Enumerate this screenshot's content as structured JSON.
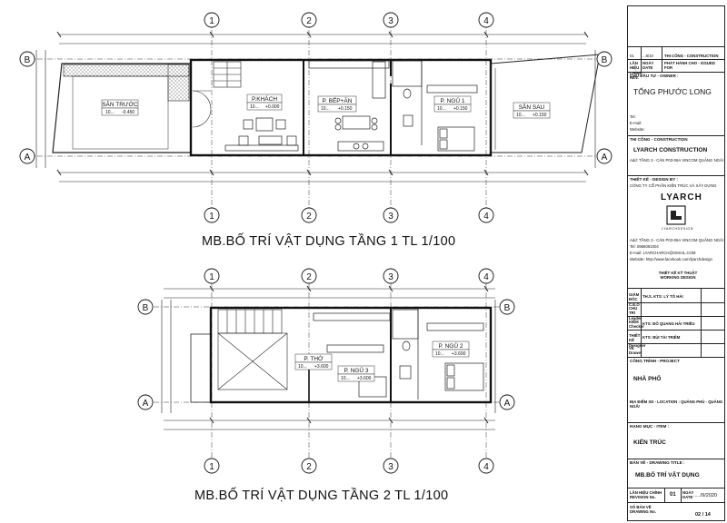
{
  "plans": {
    "floor1": {
      "title": "MB.BỐ TRÍ VẬT DỤNG TẦNG 1 TL 1/100",
      "axes_top": [
        "1",
        "2",
        "3",
        "4"
      ],
      "axes_side": [
        "B",
        "A"
      ],
      "rooms": [
        {
          "name": "SÂN TRƯỚC",
          "level": "-0.450",
          "code": "10..."
        },
        {
          "name": "P.KHÁCH",
          "level": "+0.000",
          "code": "10..."
        },
        {
          "name": "P. BẾP+ĂN",
          "level": "+0.150",
          "code": "10..."
        },
        {
          "name": "P. NGỦ 1",
          "level": "+0.150",
          "code": "10..."
        },
        {
          "name": "SÂN SAU",
          "level": "+0.150",
          "code": "10..."
        }
      ]
    },
    "floor2": {
      "title": "MB.BỐ TRÍ VẬT DỤNG TẦNG 2 TL 1/100",
      "axes_top": [
        "1",
        "2",
        "3",
        "4"
      ],
      "axes_side": [
        "B",
        "A"
      ],
      "rooms": [
        {
          "name": "P. THỜ",
          "level": "+3.600",
          "code": "10..."
        },
        {
          "name": "P. NGỦ 3",
          "level": "+3.600",
          "code": "10..."
        },
        {
          "name": "P. NGỦ 2",
          "level": "+3.600",
          "code": "10..."
        }
      ]
    }
  },
  "title_block": {
    "rev_no": "01",
    "rev_date": "...8/10",
    "rev_note": "THI CÔNG - CONSTRUCTION",
    "rev_header": [
      "LẦN HIỆU CHỈNH REV.",
      "NGÀY DATE",
      "PHÁT HÀNH CHO - ISSUED FOR"
    ],
    "owner_label": "CHỦ ĐẦU TƯ - OWNER :",
    "owner_name": "TỐNG PHƯỚC LONG",
    "owner_contact": [
      "Tel:",
      "E-mail:",
      "Website:"
    ],
    "contractor_label": "THI CÔNG - CONSTRUCTION",
    "contractor_name": "LYARCH CONSTRUCTION",
    "contractor_addr": "Add: TẦNG 3 - CĂN P03-06A VINCOM QUẢNG NGÃI",
    "design_label": "THIẾT KẾ - DESIGN BY :",
    "design_company": "CÔNG TY CỔ PHẦN KIẾN TRÚC VÀ XÂY DỰNG",
    "brand": "LYARCH",
    "brand_sub": "LYARCHDESIGN",
    "design_contact": [
      "Add: TẦNG 3 - CĂN P03-06A VINCOM QUẢNG NGÃI",
      "Tel: 0966091004",
      "E-mail: LYARCHARCH@GMAIL.COM",
      "Website: http://www.facebook.com/lyarchdesign"
    ],
    "sig_header": "THIẾT KẾ KỸ THUẬT WORKING DESIGN",
    "staff": [
      {
        "role": "GIÁM ĐỐC C.E.O",
        "name": "TH.S. KTS: LÝ TỐ HẢI"
      },
      {
        "role": "CHỦ TRÌ Leader",
        "name": ""
      },
      {
        "role": "KIỂM Checker",
        "name": "KTS: ĐỖ QUANG HẢI TRIỀU"
      },
      {
        "role": "THIẾT KẾ Designer",
        "name": "KTS: BÙI TÀI TRIÊM"
      },
      {
        "role": "VẼ Drawer",
        "name": ""
      }
    ],
    "project_label": "CÔNG TRÌNH - PROJECT",
    "project_name": "NHÀ PHỐ",
    "location_label": "ĐỊA ĐIỂM XD - LOCATION :",
    "location": "QUẢNG PHÚ - QUẢNG NGÃI",
    "item_label": "HẠNG MỤC - ITEM :",
    "item_name": "KIẾN TRÚC",
    "drawing_label": "BẢN VẼ - DRAWING TITLE :",
    "drawing_title": "MB.BỐ TRÍ VẬT DỤNG",
    "revision_label": "LẦN HIỆU CHỈNH REVISION No.",
    "revision_no": "01",
    "date_label": "NGÀY DATE",
    "date_value": "...../9/2020",
    "sheet_label": "SỐ BẢN VẼ DRAWING No.",
    "sheet_no": "02 / 14"
  }
}
